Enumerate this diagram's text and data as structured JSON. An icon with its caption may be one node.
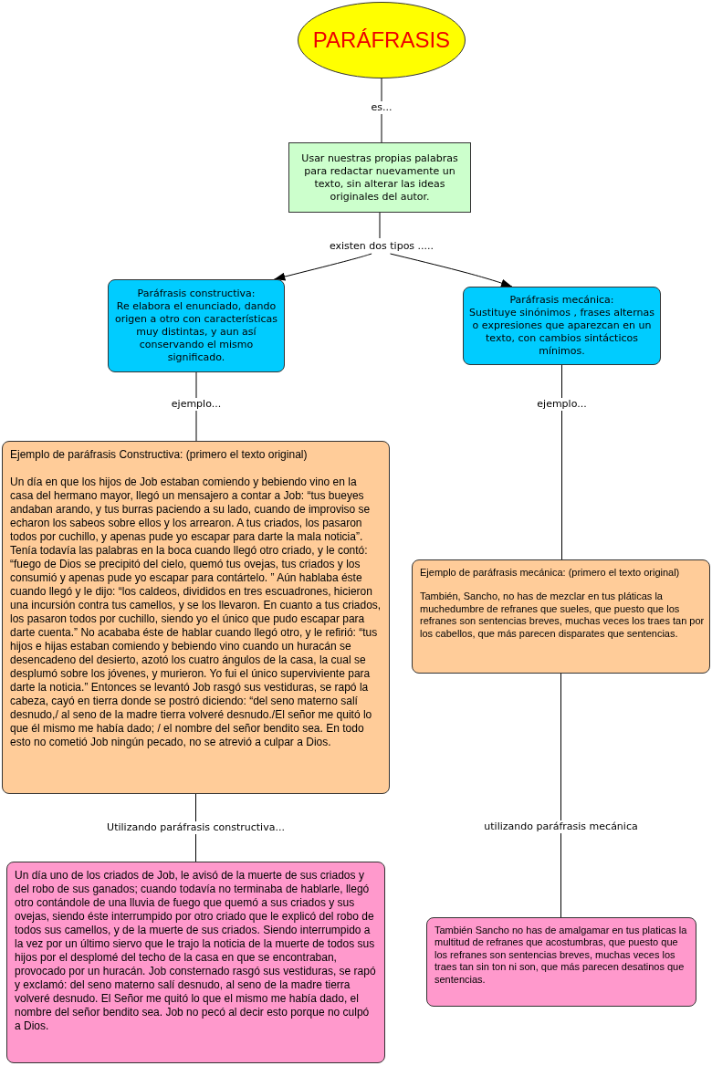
{
  "diagram": {
    "nodes": [
      {
        "text": [
          "PARÁFRASIS"
        ]
      },
      {
        "text": [
          "Usar nuestras propias palabras para redactar nuevamente un texto, sin alterar las ideas originales del autor."
        ]
      },
      {
        "text": [
          "existen dos tipos ....."
        ]
      },
      {
        "text": [
          "Paráfrasis constructiva:",
          "Re elabora el enunciado, dando origen a otro con características muy distintas, y aun así conservando el mismo significado."
        ]
      },
      {
        "text": [
          "Paráfrasis mecánica:",
          "Sustituye sinónimos , frases alternas o expresiones que aparezcan en un texto, con cambios sintácticos mínimos."
        ]
      },
      {
        "text": [
          "Ejemplo de paráfrasis Constructiva: (primero el texto original)",
          "Un día en que los hijos de Job estaban comiendo y bebiendo vino en la casa del hermano mayor, llegó un mensajero a contar a Job: “tus bueyes andaban arando, y tus burras paciendo a su lado, cuando de improviso se echaron los sabeos sobre ellos y los arrearon. A tus criados, los pasaron todos por cuchillo, y apenas pude yo escapar para darte la mala noticia”. Tenía todavía las palabras en la boca cuando llegó otro criado, y le contó: “fuego de Dios se precipitó del cielo, quemó tus ovejas, tus criados y los consumió y apenas pude yo escapar para contártelo. ” Aún hablaba éste cuando llegó y le dijo: “los caldeos, divididos en tres escuadrones, hicieron una incursión contra tus camellos, y se los llevaron. En cuanto a tus criados, los pasaron todos por cuchillo, siendo yo el único que pudo escapar para darte cuenta.” No acababa éste de hablar cuando llegó otro, y le refirió: “tus hijos e hijas estaban comiendo y bebiendo vino cuando un huracán se desencadeno del desierto, azotó los cuatro ángulos de la casa, la cual se desplumó sobre los jóvenes, y murieron. Yo fui el único superviviente para darte la noticia.” Entonces se levantó Job rasgó sus vestiduras, se rapó la cabeza, cayó en tierra donde se postró diciendo: “del seno materno salí desnudo,/ al seno de la madre tierra volveré desnudo./El señor me quitó lo que él mismo me había dado; / el nombre del señor bendito sea. En todo esto no cometió Job ningún pecado, no se atrevió a culpar a Dios."
        ]
      },
      {
        "text": [
          "Ejemplo de paráfrasis mecánica: (primero el texto original)",
          "También, Sancho, no has de mezclar en tus pláticas la muchedumbre de refranes que sueles, que puesto que los refranes son sentencias breves, muchas veces los traes tan por los cabellos, que más parecen disparates que sentencias."
        ]
      },
      {
        "text": [
          "Un día uno de los criados de Job, le avisó de la muerte de sus criados y del robo de sus ganados; cuando todavía no terminaba de hablarle, llegó otro contándole de una lluvia de fuego que quemó a sus criados y sus ovejas, siendo éste interrumpido por otro criado que le explicó del robo de todos sus camellos, y de la muerte de sus criados. Siendo interrumpido a la vez por un último siervo que le trajo la noticia de la muerte de todos sus hijos por el desplomé del techo de la casa en que se encontraban, provocado por un huracán. Job consternado rasgó sus vestiduras, se rapó y exclamó: del seno materno salí desnudo, al seno de la madre tierra volveré desnudo. El Señor me quitó lo que el mismo me había dado, el nombre del señor bendito sea. Job no pecó al decir esto porque no culpó a Dios."
        ]
      },
      {
        "text": [
          "También Sancho no has de amalgamar en tus platicas la multitud de refranes que acostumbras, que puesto que los refranes son sentencias breves, muchas veces los traes tan sin ton ni son, que más parecen desatinos que sentencias."
        ]
      }
    ],
    "edges": [
      {
        "from": 0,
        "to": 1,
        "arrow": "none",
        "label": "es..."
      },
      {
        "from": 1,
        "to": 2,
        "arrow": "none"
      },
      {
        "from": 2,
        "to": 3,
        "arrow": "to"
      },
      {
        "from": 2,
        "to": 4,
        "arrow": "to"
      },
      {
        "from": 3,
        "to": 5,
        "arrow": "none",
        "label": "ejemplo..."
      },
      {
        "from": 4,
        "to": 6,
        "arrow": "none",
        "label": "ejemplo..."
      },
      {
        "from": 5,
        "to": 7,
        "arrow": "none",
        "label": "Utilizando paráfrasis constructiva..."
      },
      {
        "from": 6,
        "to": 8,
        "arrow": "none",
        "label": "utilizando paráfrasis mecánica"
      }
    ]
  }
}
